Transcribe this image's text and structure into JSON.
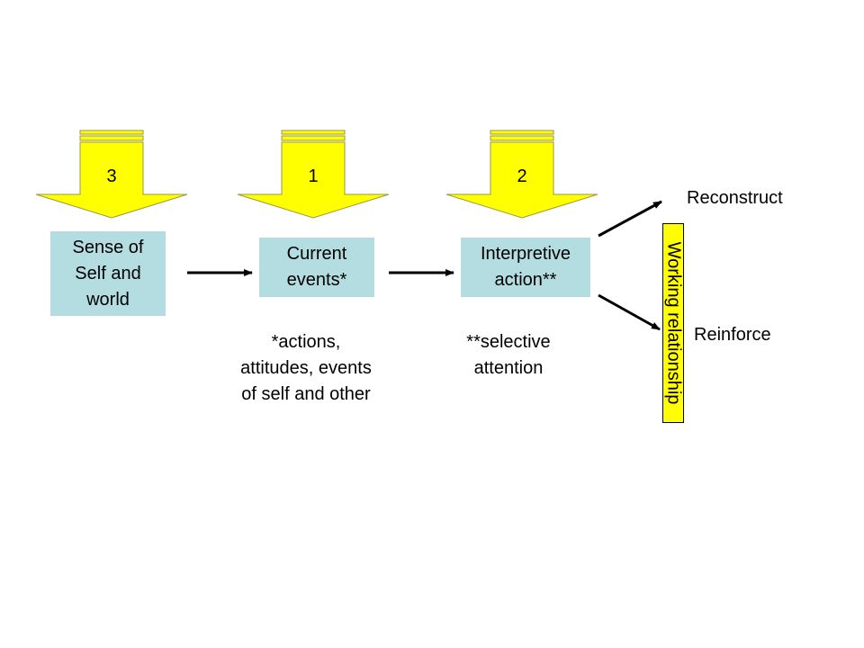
{
  "colors": {
    "arrow_fill": "#ffff00",
    "arrow_stroke": "#9a9a3c",
    "box_fill": "#b4dde1",
    "banner_fill": "#ffff00",
    "line": "#000000"
  },
  "stages": [
    {
      "number": "3",
      "box_text": "Sense of\nSelf and\nworld"
    },
    {
      "number": "1",
      "box_text": "Current\nevents*",
      "note": "*actions,\nattitudes, events\nof self and other"
    },
    {
      "number": "2",
      "box_text": "Interpretive\naction**",
      "note": "**selective\nattention"
    }
  ],
  "outcomes": {
    "top": "Reconstruct",
    "bottom": "Reinforce"
  },
  "banner": "Working relationship"
}
